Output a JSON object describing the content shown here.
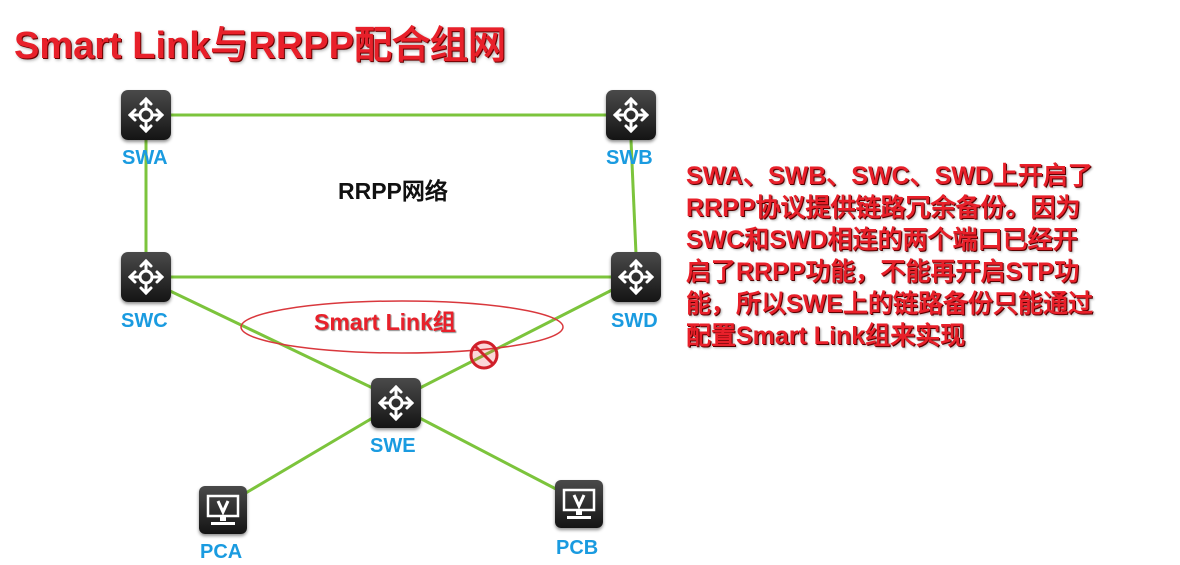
{
  "title": "Smart Link与RRPP配合组网",
  "ring_label": "RRPP网络",
  "group_label": "Smart Link组",
  "devices": {
    "swa": "SWA",
    "swb": "SWB",
    "swc": "SWC",
    "swd": "SWD",
    "swe": "SWE",
    "pca": "PCA",
    "pcb": "PCB"
  },
  "note_lines": [
    "SWA、SWB、SWC、SWD上开启了",
    "RRPP协议提供链路冗余备份。因为",
    "SWC和SWD相连的两个端口已经开",
    "启了RRPP功能，不能再开启STP功",
    "能，所以SWE上的链路备份只能通过",
    "配置Smart Link组来实现"
  ],
  "colors": {
    "link": "#7cc43c",
    "label": "#1a9be0",
    "accent": "#e8202a"
  },
  "icons": {
    "switch": "switch-icon",
    "pc": "pc-icon",
    "blocked": "blocked-port-icon"
  }
}
